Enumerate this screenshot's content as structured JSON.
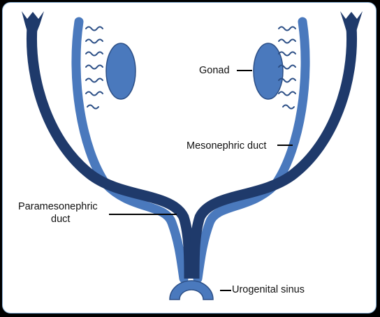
{
  "labels": {
    "gonad": "Gonad",
    "mesonephric_duct": "Mesonephric duct",
    "paramesonephric_duct_line1": "Paramesonephric",
    "paramesonephric_duct_line2": "duct",
    "urogenital_sinus": "Urogenital sinus"
  },
  "colors": {
    "paramesonephric_duct": "#1f3a6b",
    "mesonephric_duct": "#4a79bd",
    "gonad": "#4a79bd",
    "gonad_outline": "#2c4f86",
    "mesonephric_tubules": "#2c4f86",
    "leader_line": "#000000",
    "background": "#ffffff",
    "frame_border": "#8fb7dd"
  }
}
